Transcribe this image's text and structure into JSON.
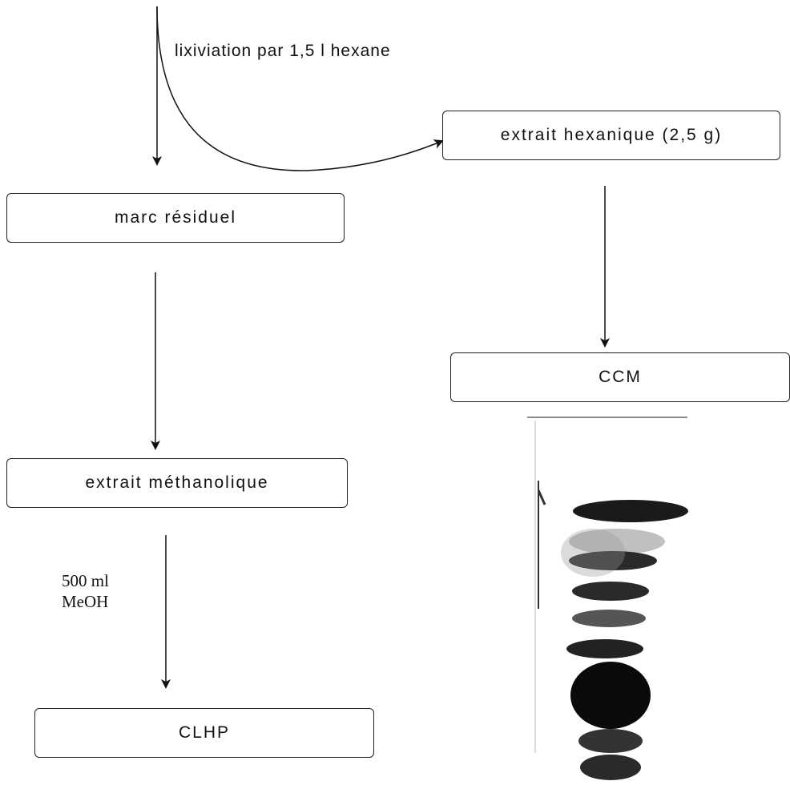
{
  "diagram": {
    "nodes": {
      "marc": "marc résiduel",
      "hexane_extract": "extrait hexanique (2,5 g)",
      "methanol_extract": "extrait méthanolique",
      "ccm": "CCM",
      "clhp": "CLHP"
    },
    "edges": {
      "lixiviation": "lixiviation par 1,5 l hexane",
      "meoh_line1": "500 ml",
      "meoh_line2": "MeOH"
    },
    "tlc_plate": {
      "description_icon": "tlc-plate-image"
    }
  }
}
